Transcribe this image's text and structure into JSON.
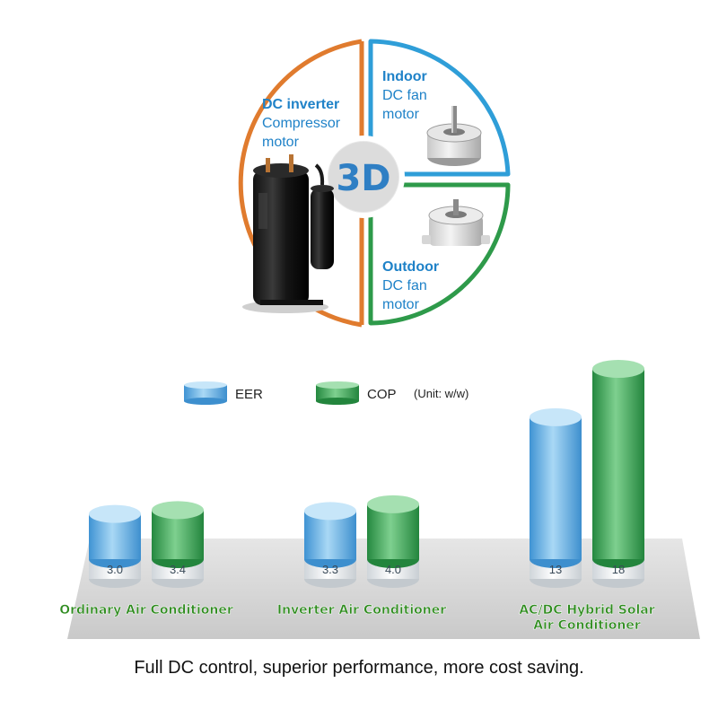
{
  "diagram": {
    "center_label": "3D",
    "quadrants": [
      {
        "key": "compressor",
        "title": "DC inverter",
        "lines": [
          "Compressor",
          "motor"
        ],
        "color": "#e07b2e"
      },
      {
        "key": "indoor",
        "title": "Indoor",
        "lines": [
          "DC fan",
          "motor"
        ],
        "color": "#2f9ed8"
      },
      {
        "key": "outdoor",
        "title": "Outdoor",
        "lines": [
          "DC fan",
          "motor"
        ],
        "color": "#2e9a4a"
      }
    ],
    "icons": [
      "compressor-icon",
      "indoor-fan-motor-icon",
      "outdoor-fan-motor-icon"
    ]
  },
  "legend": {
    "eer_label": "EER",
    "cop_label": "COP",
    "unit": "(Unit: w/w)"
  },
  "chart_data": {
    "type": "bar",
    "categories": [
      "Ordinary Air Conditioner",
      "Inverter Air Conditioner",
      "AC/DC Hybrid Solar Air Conditioner"
    ],
    "category_lines": [
      [
        "Ordinary Air Conditioner"
      ],
      [
        "Inverter Air Conditioner"
      ],
      [
        "AC/DC Hybrid Solar",
        "Air Conditioner"
      ]
    ],
    "series": [
      {
        "name": "EER",
        "values": [
          3.0,
          3.3,
          13
        ],
        "labels": [
          "3.0",
          "3.3",
          "13"
        ],
        "color": "#5aaee6"
      },
      {
        "name": "COP",
        "values": [
          3.4,
          4.0,
          18
        ],
        "labels": [
          "3.4",
          "4.0",
          "18"
        ],
        "color": "#3aa85a"
      }
    ],
    "unit": "(Unit: w/w)",
    "title": "",
    "xlabel": "",
    "ylabel": "",
    "ylim": [
      0,
      18
    ],
    "grid": false,
    "legend": "top"
  },
  "caption": "Full DC control, superior performance, more cost saving."
}
